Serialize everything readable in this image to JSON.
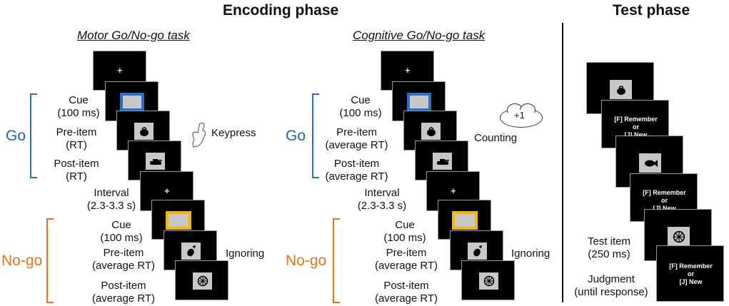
{
  "titles": {
    "encoding": "Encoding phase",
    "test": "Test phase"
  },
  "tasks": {
    "motor": "Motor Go/No-go task",
    "cognitive": "Cognitive Go/No-go task"
  },
  "groups": {
    "go": "Go",
    "nogo": "No-go"
  },
  "motor": {
    "cue": "Cue",
    "cue_dur": "(100 ms)",
    "pre": "Pre-item",
    "pre_dur": "(RT)",
    "post": "Post-item",
    "post_dur": "(RT)",
    "interval": "Interval",
    "interval_dur": "(2.3-3.3 s)",
    "ng_cue": "Cue",
    "ng_cue_dur": "(100 ms)",
    "ng_pre": "Pre-item",
    "ng_pre_dur": "(average RT)",
    "ng_post": "Post-item",
    "ng_post_dur": "(average RT)",
    "go_response": "Keypress",
    "nogo_response": "Ignoring"
  },
  "cognitive": {
    "cue": "Cue",
    "cue_dur": "(100 ms)",
    "pre": "Pre-item",
    "pre_dur": "(average RT)",
    "post": "Post-item",
    "post_dur": "(average RT)",
    "interval": "Interval",
    "interval_dur": "(2.3-3.3 s)",
    "ng_cue": "Cue",
    "ng_cue_dur": "(100 ms)",
    "ng_pre": "Pre-item",
    "ng_pre_dur": "(average RT)",
    "ng_post": "Post-item",
    "ng_post_dur": "(average RT)",
    "go_response": "Counting",
    "nogo_response": "Ignoring",
    "thought": "+1"
  },
  "fixation": "+",
  "test": {
    "item": "Test item",
    "item_dur": "(250 ms)",
    "judgment": "Judgment",
    "judgment_dur": "(until response)",
    "prompt_line1": "[F] Remember",
    "prompt_line2": "or",
    "prompt_line3": "[J] New"
  },
  "icons": [
    "bag-icon",
    "tank-icon",
    "eggplant-icon",
    "wheel-icon",
    "fish-icon",
    "hand-icon"
  ],
  "colors": {
    "go": "#1f64b4",
    "nogo": "#e8741c",
    "go_cue_border": "#2b6fc2",
    "nogo_cue_border": "#f5b800"
  }
}
